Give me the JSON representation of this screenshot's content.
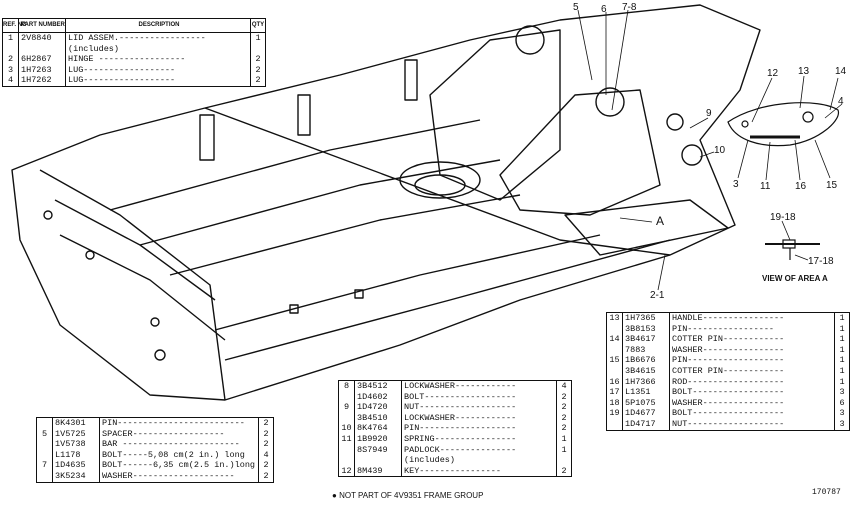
{
  "headers": {
    "ref": "REF. NO",
    "part": "PART NUMBER",
    "desc": "DESCRIPTION",
    "qty": "QTY"
  },
  "table_top": [
    {
      "ref": "1",
      "part": "2V8840",
      "desc": "LID ASSEM.-----------------",
      "qty": "1"
    },
    {
      "ref": "",
      "part": "",
      "desc": "  (includes)",
      "qty": ""
    },
    {
      "ref": "2",
      "part": "6H2867",
      "desc": "  HINGE -----------------",
      "qty": "2"
    },
    {
      "ref": "3",
      "part": "1H7263",
      "desc": "  LUG------------------",
      "qty": "2"
    },
    {
      "ref": "4",
      "part": "1H7262",
      "desc": "  LUG------------------",
      "qty": "2"
    }
  ],
  "table_left": [
    {
      "ref": "",
      "part": "8K4301",
      "desc": "PIN-------------------------",
      "qty": "2"
    },
    {
      "ref": "5",
      "part": "1V5725",
      "desc": "SPACER------------------",
      "qty": "2"
    },
    {
      "ref": "",
      "part": "1V5738",
      "desc": "BAR -----------------------",
      "qty": "2"
    },
    {
      "ref": "",
      "part": "L1178",
      "desc": "BOLT-----5,08 cm(2 in.) long",
      "qty": "4"
    },
    {
      "ref": "7",
      "part": "1D4635",
      "desc": "BOLT------6,35 cm(2.5 in.)long",
      "qty": "2"
    },
    {
      "ref": "",
      "part": "3K5234",
      "desc": "WASHER--------------------",
      "qty": "2"
    }
  ],
  "table_mid": [
    {
      "ref": "8",
      "part": "3B4512",
      "desc": "LOCKWASHER------------",
      "qty": "4"
    },
    {
      "ref": "",
      "part": "1D4602",
      "desc": "BOLT------------------",
      "qty": "2"
    },
    {
      "ref": "9",
      "part": "1D4720",
      "desc": "NUT-------------------",
      "qty": "2"
    },
    {
      "ref": "",
      "part": "3B4510",
      "desc": "LOCKWASHER------------",
      "qty": "2"
    },
    {
      "ref": "10",
      "part": "8K4764",
      "desc": "PIN-------------------",
      "qty": "2"
    },
    {
      "ref": "11",
      "part": "1B9920",
      "desc": "SPRING----------------",
      "qty": "1"
    },
    {
      "ref": "",
      "part": "8S7949",
      "desc": "PADLOCK---------------",
      "qty": "1"
    },
    {
      "ref": "",
      "part": "",
      "desc": "   (includes)",
      "qty": ""
    },
    {
      "ref": "12",
      "part": "8M439",
      "desc": "   KEY----------------",
      "qty": "2"
    }
  ],
  "footnote": "NOT PART OF 4V9351 FRAME GROUP",
  "table_right": [
    {
      "ref": "13",
      "part": "1H7365",
      "desc": "HANDLE----------------",
      "qty": "1"
    },
    {
      "ref": "",
      "part": "3B8153",
      "desc": "PIN-----------------",
      "qty": "1"
    },
    {
      "ref": "14",
      "part": "3B4617",
      "desc": "COTTER PIN------------",
      "qty": "1"
    },
    {
      "ref": "",
      "part": "7883",
      "desc": "WASHER----------------",
      "qty": "1"
    },
    {
      "ref": "15",
      "part": "1B6676",
      "desc": "PIN-------------------",
      "qty": "1"
    },
    {
      "ref": "",
      "part": "3B4615",
      "desc": "COTTER PIN------------",
      "qty": "1"
    },
    {
      "ref": "16",
      "part": "1H7366",
      "desc": "ROD-------------------",
      "qty": "1"
    },
    {
      "ref": "17",
      "part": "L1351",
      "desc": "BOLT------------------",
      "qty": "3"
    },
    {
      "ref": "18",
      "part": "5P1075",
      "desc": "WASHER----------------",
      "qty": "6"
    },
    {
      "ref": "19",
      "part": "1D4677",
      "desc": "BOLT------------------",
      "qty": "3"
    },
    {
      "ref": "",
      "part": "1D4717",
      "desc": "NUT-------------------",
      "qty": "3"
    }
  ],
  "callouts": {
    "c5": "5",
    "c6": "6",
    "c78": "7-8",
    "c9": "9",
    "c10": "10",
    "c12": "12",
    "c13": "13",
    "c14": "14",
    "c4": "4",
    "c3": "3",
    "c11": "11",
    "c16": "16",
    "c15": "15",
    "c1918": "19-18",
    "c1718": "17-18",
    "cA": "A",
    "c21": "2-1"
  },
  "view_label": "VIEW OF AREA A",
  "figure_number": "170787"
}
